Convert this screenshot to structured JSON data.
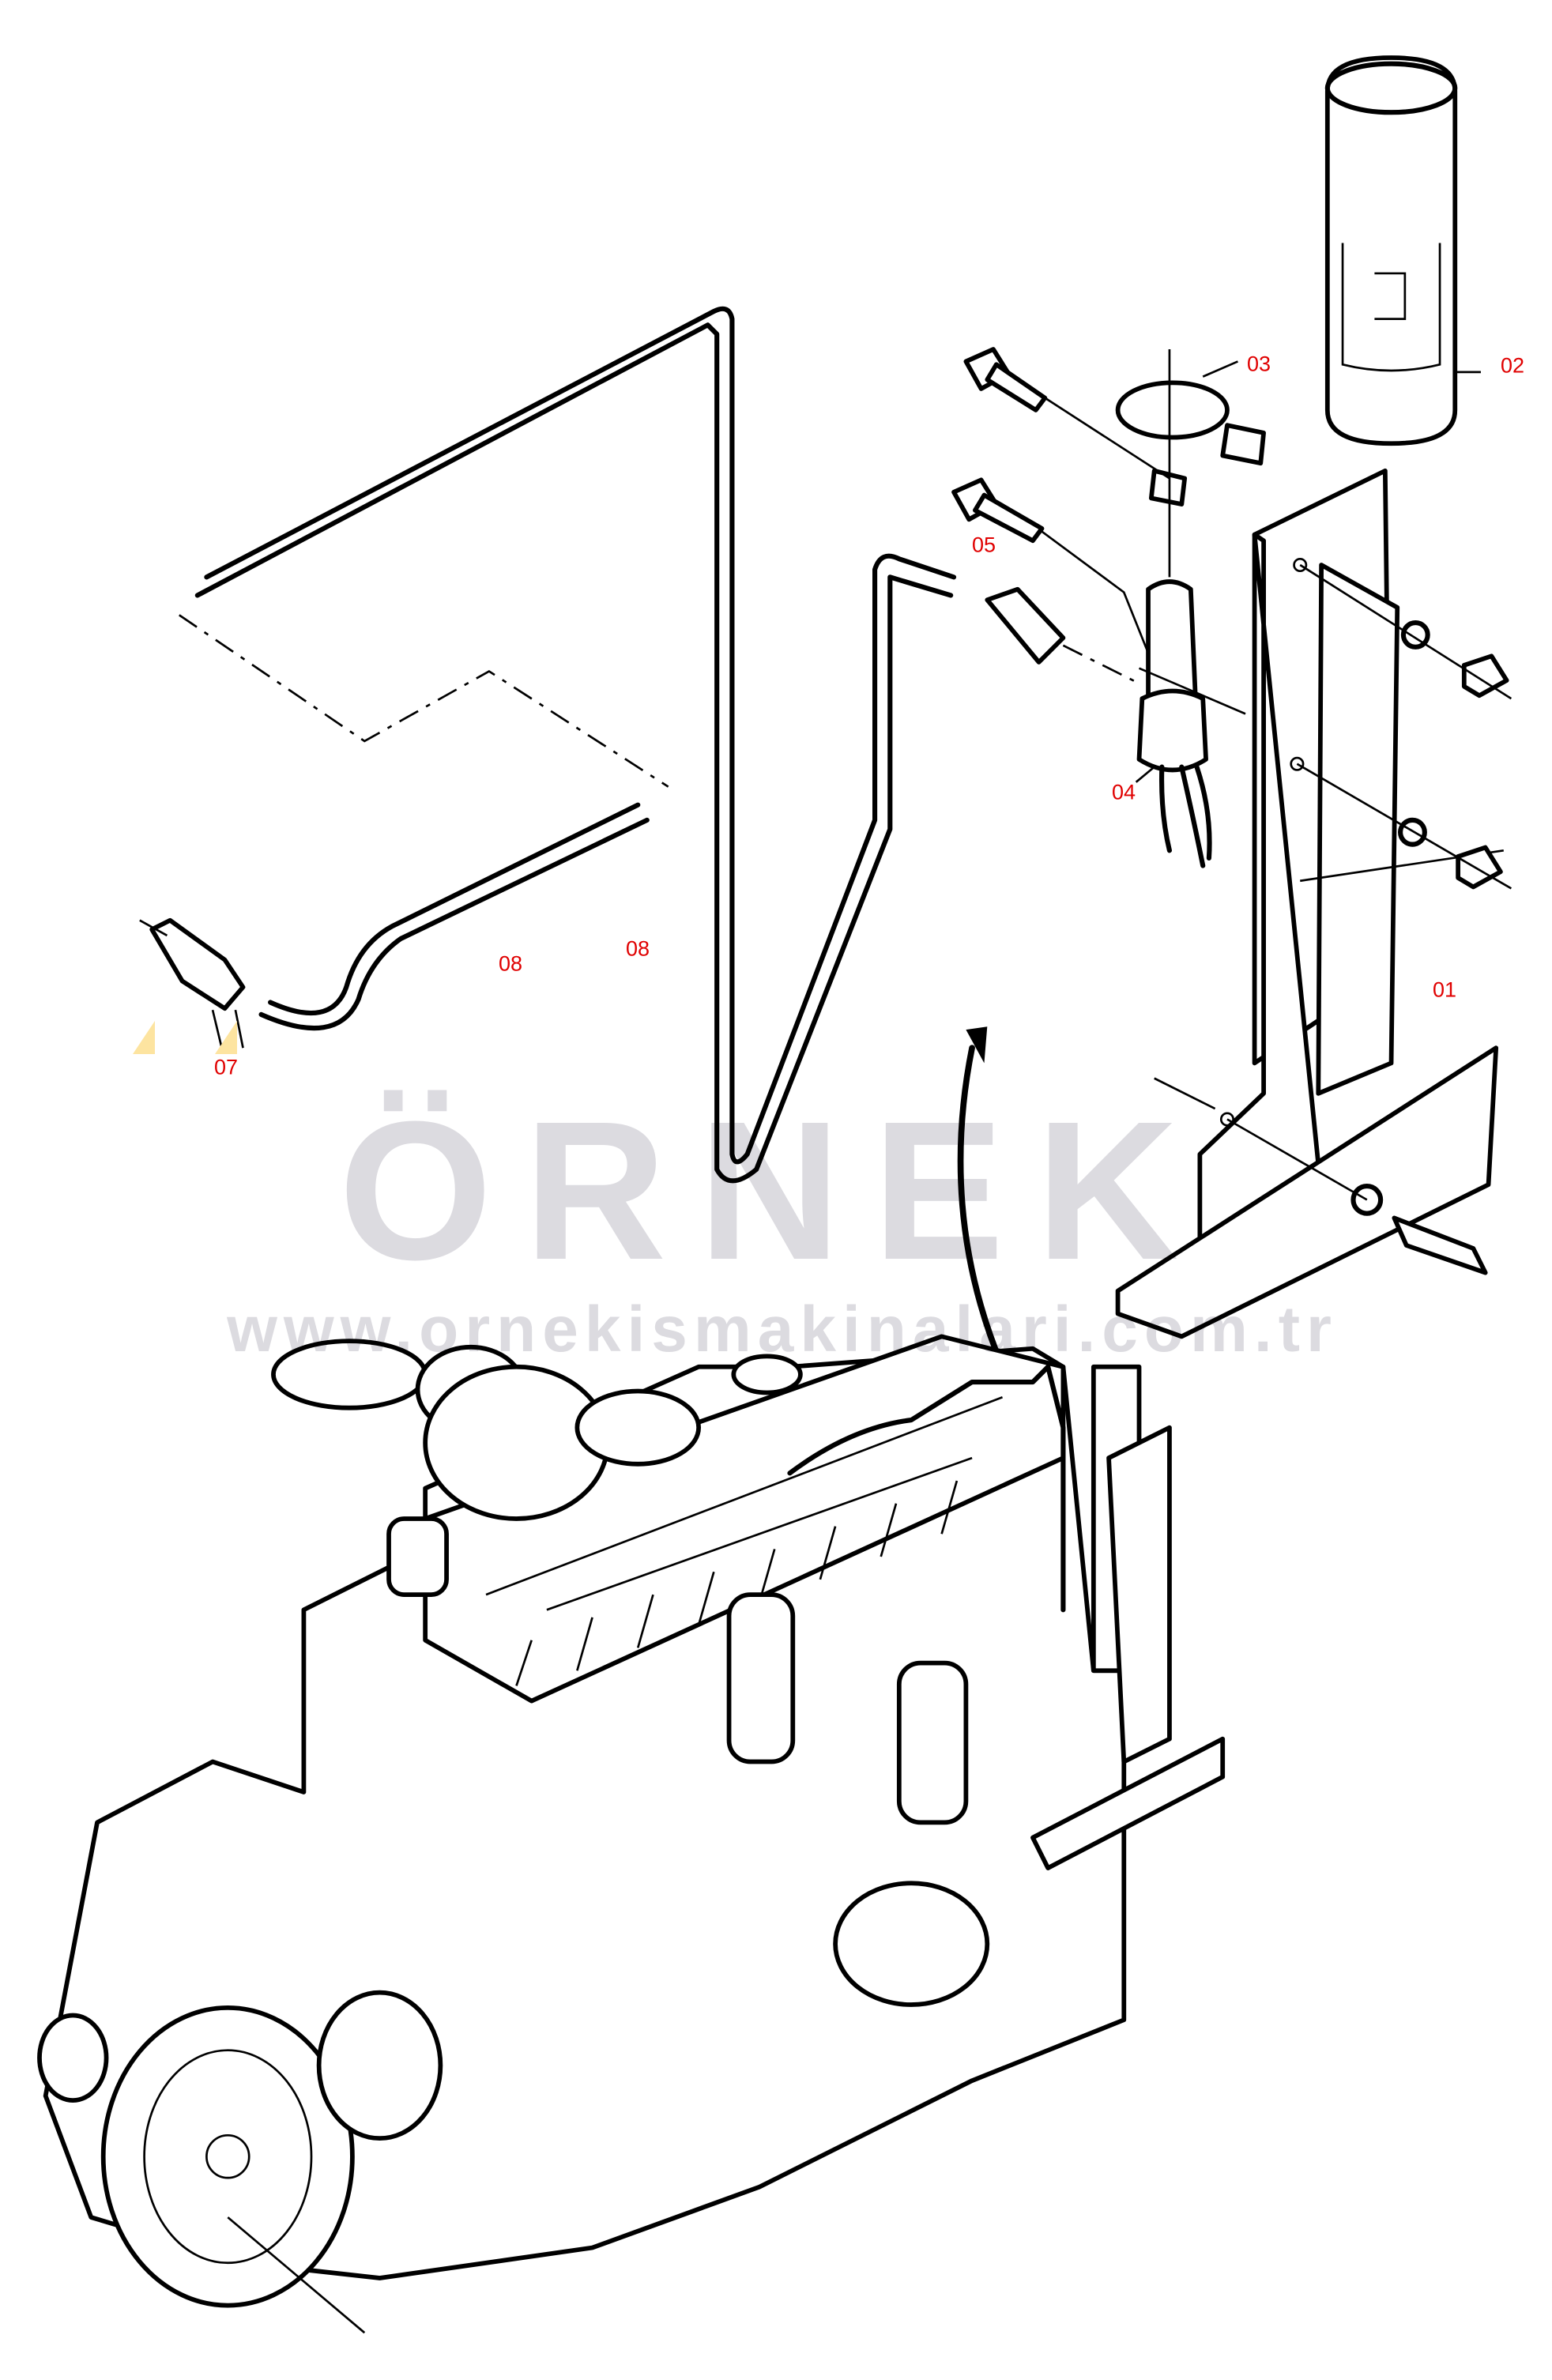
{
  "watermark": {
    "brand": "ÖRNEK",
    "url": "www.ornekismakinalari.com.tr"
  },
  "callouts": [
    {
      "id": "01",
      "label": "01"
    },
    {
      "id": "02",
      "label": "02"
    },
    {
      "id": "03",
      "label": "03"
    },
    {
      "id": "04",
      "label": "04"
    },
    {
      "id": "05",
      "label": "05"
    },
    {
      "id": "07",
      "label": "07"
    },
    {
      "id": "08a",
      "label": "08"
    },
    {
      "id": "08b",
      "label": "08"
    }
  ],
  "colors": {
    "callout": "#e00000",
    "watermark": "#dcdbe0",
    "marker": "#fde4a0"
  }
}
